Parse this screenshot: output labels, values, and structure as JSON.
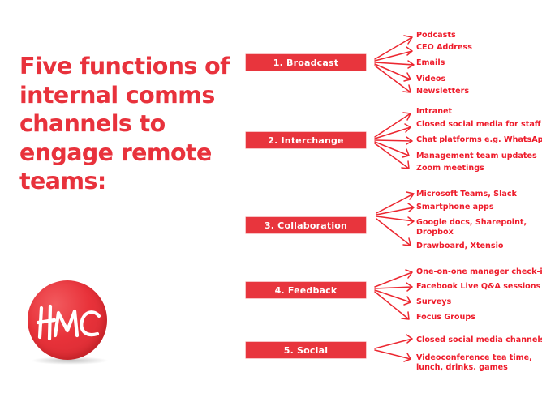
{
  "title": {
    "lines": [
      "Five functions of",
      "internal comms",
      "channels to",
      "engage remote",
      "teams:"
    ]
  },
  "functions": [
    {
      "label": "1. Broadcast",
      "items": [
        "Podcasts",
        "CEO Address",
        "Emails",
        "Videos",
        "Newsletters"
      ]
    },
    {
      "label": "2. Interchange",
      "items": [
        "Intranet",
        "Closed social media for staff",
        "Chat platforms e.g. WhatsApp",
        "Management team updates",
        "Zoom meetings"
      ]
    },
    {
      "label": "3. Collaboration",
      "items": [
        "Microsoft Teams, Slack",
        "Smartphone apps",
        "Google docs, Sharepoint,",
        "Dropbox",
        "Drawboard, Xtensio"
      ]
    },
    {
      "label": "4. Feedback",
      "items": [
        "One-on-one manager check-ins",
        "Facebook Live Q&A sessions",
        "Surveys",
        "Focus Groups"
      ]
    },
    {
      "label": "5. Social",
      "items": [
        "Closed social media channels",
        "Videoconference tea time,",
        "lunch, drinks. games"
      ]
    }
  ],
  "logo": {
    "text": "HMC",
    "icon": "hmc-logo-icon"
  },
  "colors": {
    "accent": "#e8323c",
    "box": "#e8353d",
    "box_text": "#ffffff",
    "item_text": "#ee1c2b"
  }
}
